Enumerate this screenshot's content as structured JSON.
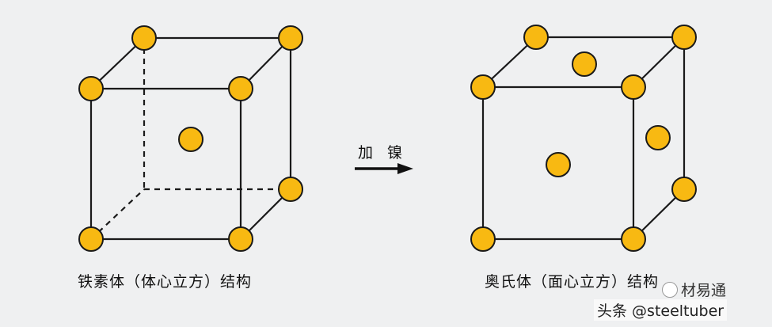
{
  "diagram": {
    "bcc_caption": "铁素体（体心立方）结构",
    "fcc_caption": "奥氏体（面心立方）结构",
    "transition_label": "加 镍",
    "colors": {
      "atom_fill": "#f8b912",
      "atom_stroke": "#1a1a1a",
      "edge": "#1a1a1a",
      "background": "#eff0f1"
    }
  },
  "watermark": {
    "brand": "材易通",
    "handle": "头条 @steeltuber"
  }
}
